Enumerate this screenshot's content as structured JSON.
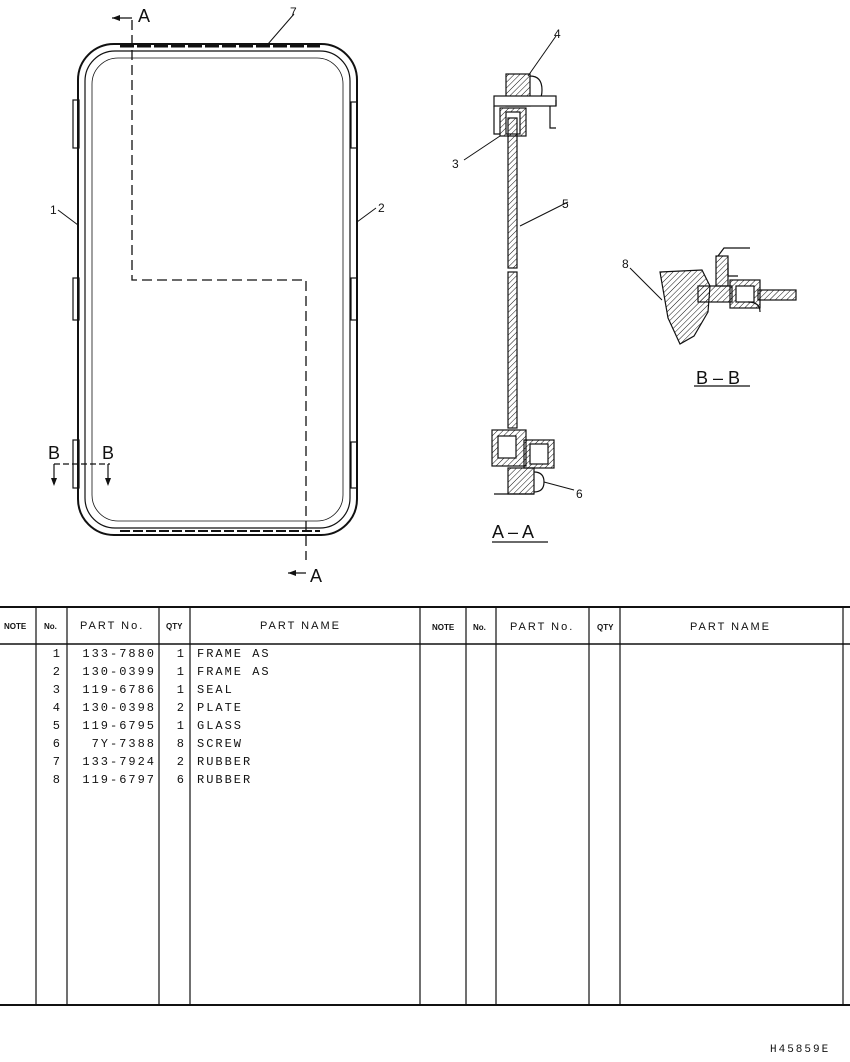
{
  "views": {
    "section_a": "A",
    "section_b": "B",
    "section_aa_title": "A – A",
    "section_bb_title": "B – B"
  },
  "callouts": [
    "1",
    "2",
    "3",
    "4",
    "5",
    "6",
    "7",
    "8"
  ],
  "table": {
    "headers": {
      "note": "NOTE",
      "no": "No.",
      "part_no": "PART No.",
      "qty": "QTY",
      "part_name": "PART NAME"
    },
    "rows": [
      {
        "no": "1",
        "part_no": "133-7880",
        "qty": "1",
        "name": "FRAME AS"
      },
      {
        "no": "2",
        "part_no": "130-0399",
        "qty": "1",
        "name": "FRAME AS"
      },
      {
        "no": "3",
        "part_no": "119-6786",
        "qty": "1",
        "name": "SEAL"
      },
      {
        "no": "4",
        "part_no": "130-0398",
        "qty": "2",
        "name": "PLATE"
      },
      {
        "no": "5",
        "part_no": "119-6795",
        "qty": "1",
        "name": "GLASS"
      },
      {
        "no": "6",
        "part_no": "7Y-7388",
        "qty": "8",
        "name": "SCREW"
      },
      {
        "no": "7",
        "part_no": "133-7924",
        "qty": "2",
        "name": "RUBBER"
      },
      {
        "no": "8",
        "part_no": "119-6797",
        "qty": "6",
        "name": "RUBBER"
      }
    ]
  },
  "drawing_id": "H45859E"
}
